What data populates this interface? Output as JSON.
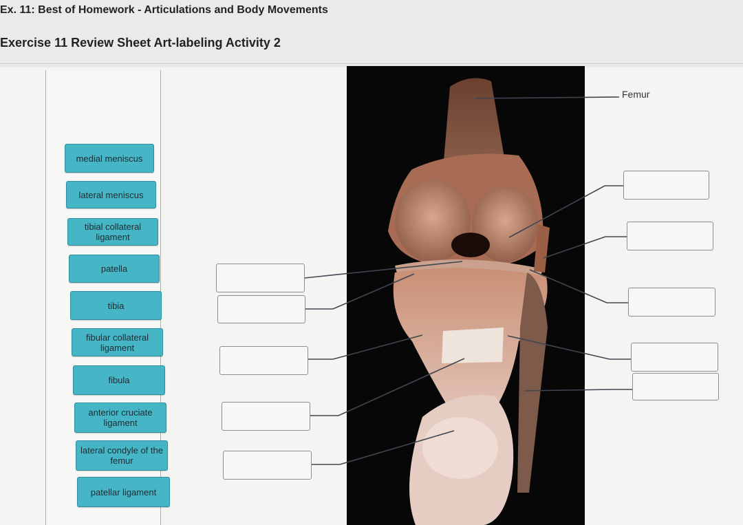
{
  "header": {
    "title": "Ex. 11: Best of Homework - Articulations and Body Movements",
    "subtitle": "Exercise 11 Review Sheet Art-labeling Activity 2"
  },
  "labels": {
    "items": [
      "medial meniscus",
      "lateral meniscus",
      "tibial collateral ligament",
      "patella",
      "tibia",
      "fibular collateral ligament",
      "fibula",
      "anterior cruciate ligament",
      "lateral condyle of the femur",
      "patellar ligament"
    ]
  },
  "figure": {
    "given_label": "Femur"
  },
  "colors": {
    "chip": "#46b6c7",
    "photo_background": "#070707"
  }
}
